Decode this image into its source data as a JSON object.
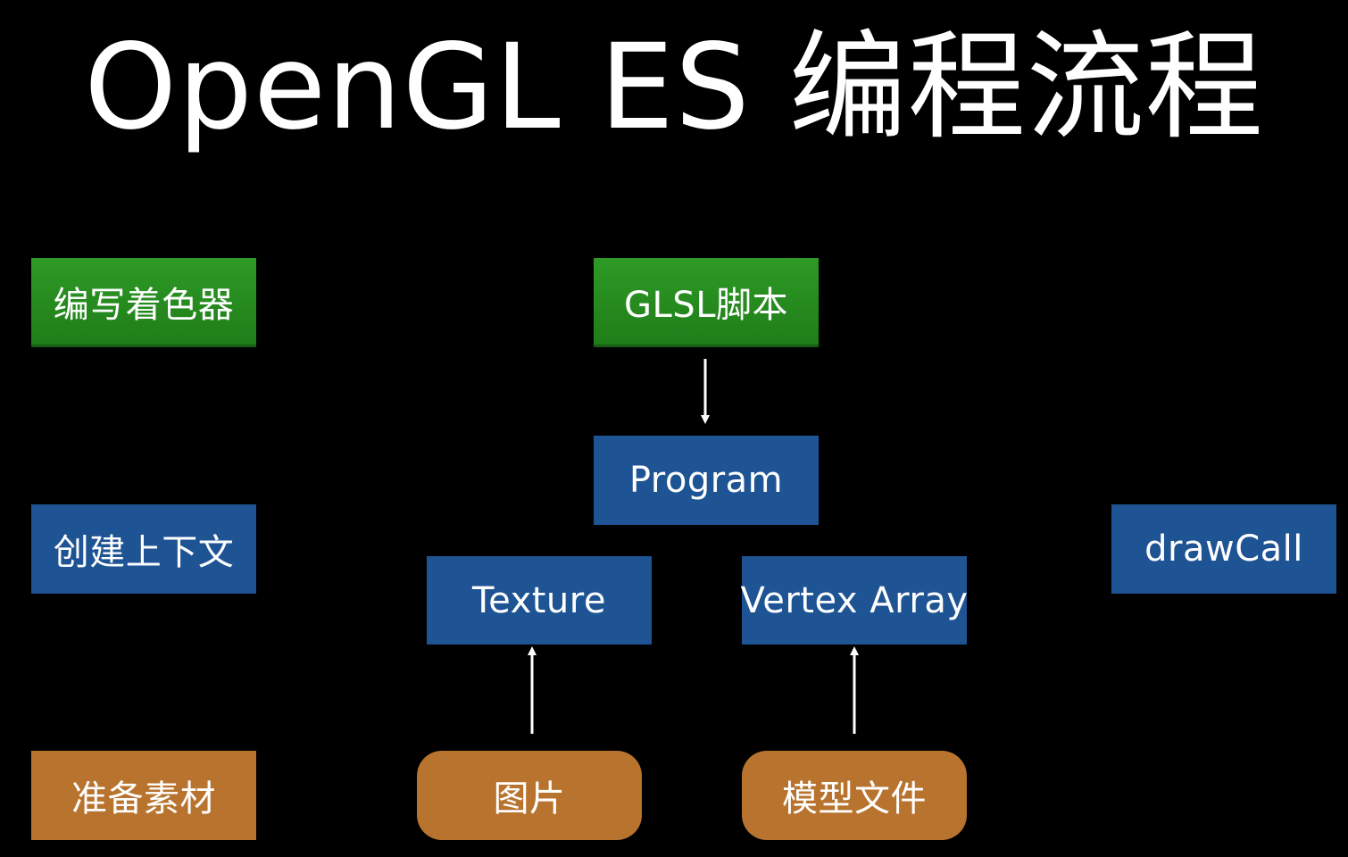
{
  "title": "OpenGL ES 编程流程",
  "row_labels": {
    "write_shader": "编写着色器",
    "create_context": "创建上下文",
    "prepare_assets": "准备素材"
  },
  "nodes": {
    "glsl_script": "GLSL脚本",
    "program": "Program",
    "texture": "Texture",
    "vertex_array": "Vertex Array",
    "draw_call": "drawCall",
    "image": "图片",
    "model_file": "模型文件"
  },
  "colors": {
    "background": "#000000",
    "green": "#2a8f22",
    "blue": "#1e5394",
    "orange": "#b8732e",
    "text": "#ffffff"
  }
}
